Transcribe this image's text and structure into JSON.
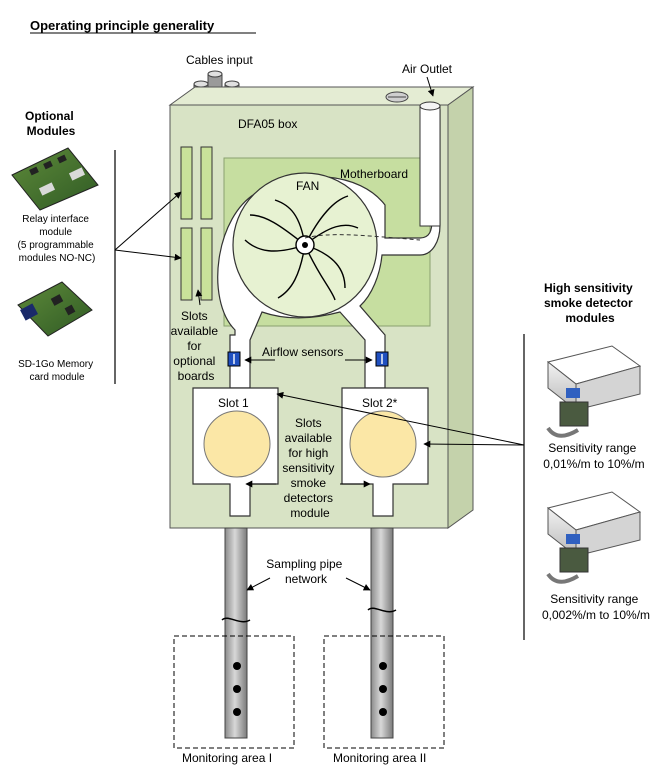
{
  "title": "Operating principle generality",
  "cables_input": "Cables input",
  "air_outlet": "Air Outlet",
  "box_label": "DFA05 box",
  "motherboard_label": "Motherboard",
  "fan_label": "FAN",
  "optional_modules": {
    "line1": "Optional",
    "line2": "Modules"
  },
  "relay_module": {
    "line1": "Relay interface",
    "line2": "module",
    "line3": "(5 programmable",
    "line4": "modules NO-NC)"
  },
  "sd_module": {
    "line1": "SD-1Go Memory",
    "line2": "card module"
  },
  "slots_optional": {
    "line1": "Slots",
    "line2": "available",
    "line3": "for",
    "line4": "optional",
    "line5": "boards"
  },
  "airflow_sensors": "Airflow sensors",
  "slot1": "Slot 1",
  "slot2": "Slot 2*",
  "slots_detectors": {
    "line1": "Slots",
    "line2": "available",
    "line3": "for high",
    "line4": "sensitivity",
    "line5": "smoke",
    "line6": "detectors",
    "line7": "module"
  },
  "high_sensitivity": {
    "line1": "High sensitivity",
    "line2": "smoke detector",
    "line3": "modules"
  },
  "sensitivity_1": {
    "line1": "Sensitivity range",
    "line2": "0,01%/m to 10%/m"
  },
  "sensitivity_2": {
    "line1": "Sensitivity range",
    "line2": "0,002%/m to 10%/m"
  },
  "sampling_pipe": {
    "line1": "Sampling pipe",
    "line2": "network"
  },
  "monitoring_1": "Monitoring area I",
  "monitoring_2": "Monitoring area II",
  "colors": {
    "box_fill": "#d8e3c5",
    "box_side": "#c4d2ab",
    "motherboard_fill": "#c6dea0",
    "slot_fill": "#c9e29a",
    "fan_fill": "#e7f2d2",
    "detector_fill": "#fbe7a6",
    "pipe_fill": "#b8b8b8",
    "sensor_fill": "#2050c0"
  }
}
